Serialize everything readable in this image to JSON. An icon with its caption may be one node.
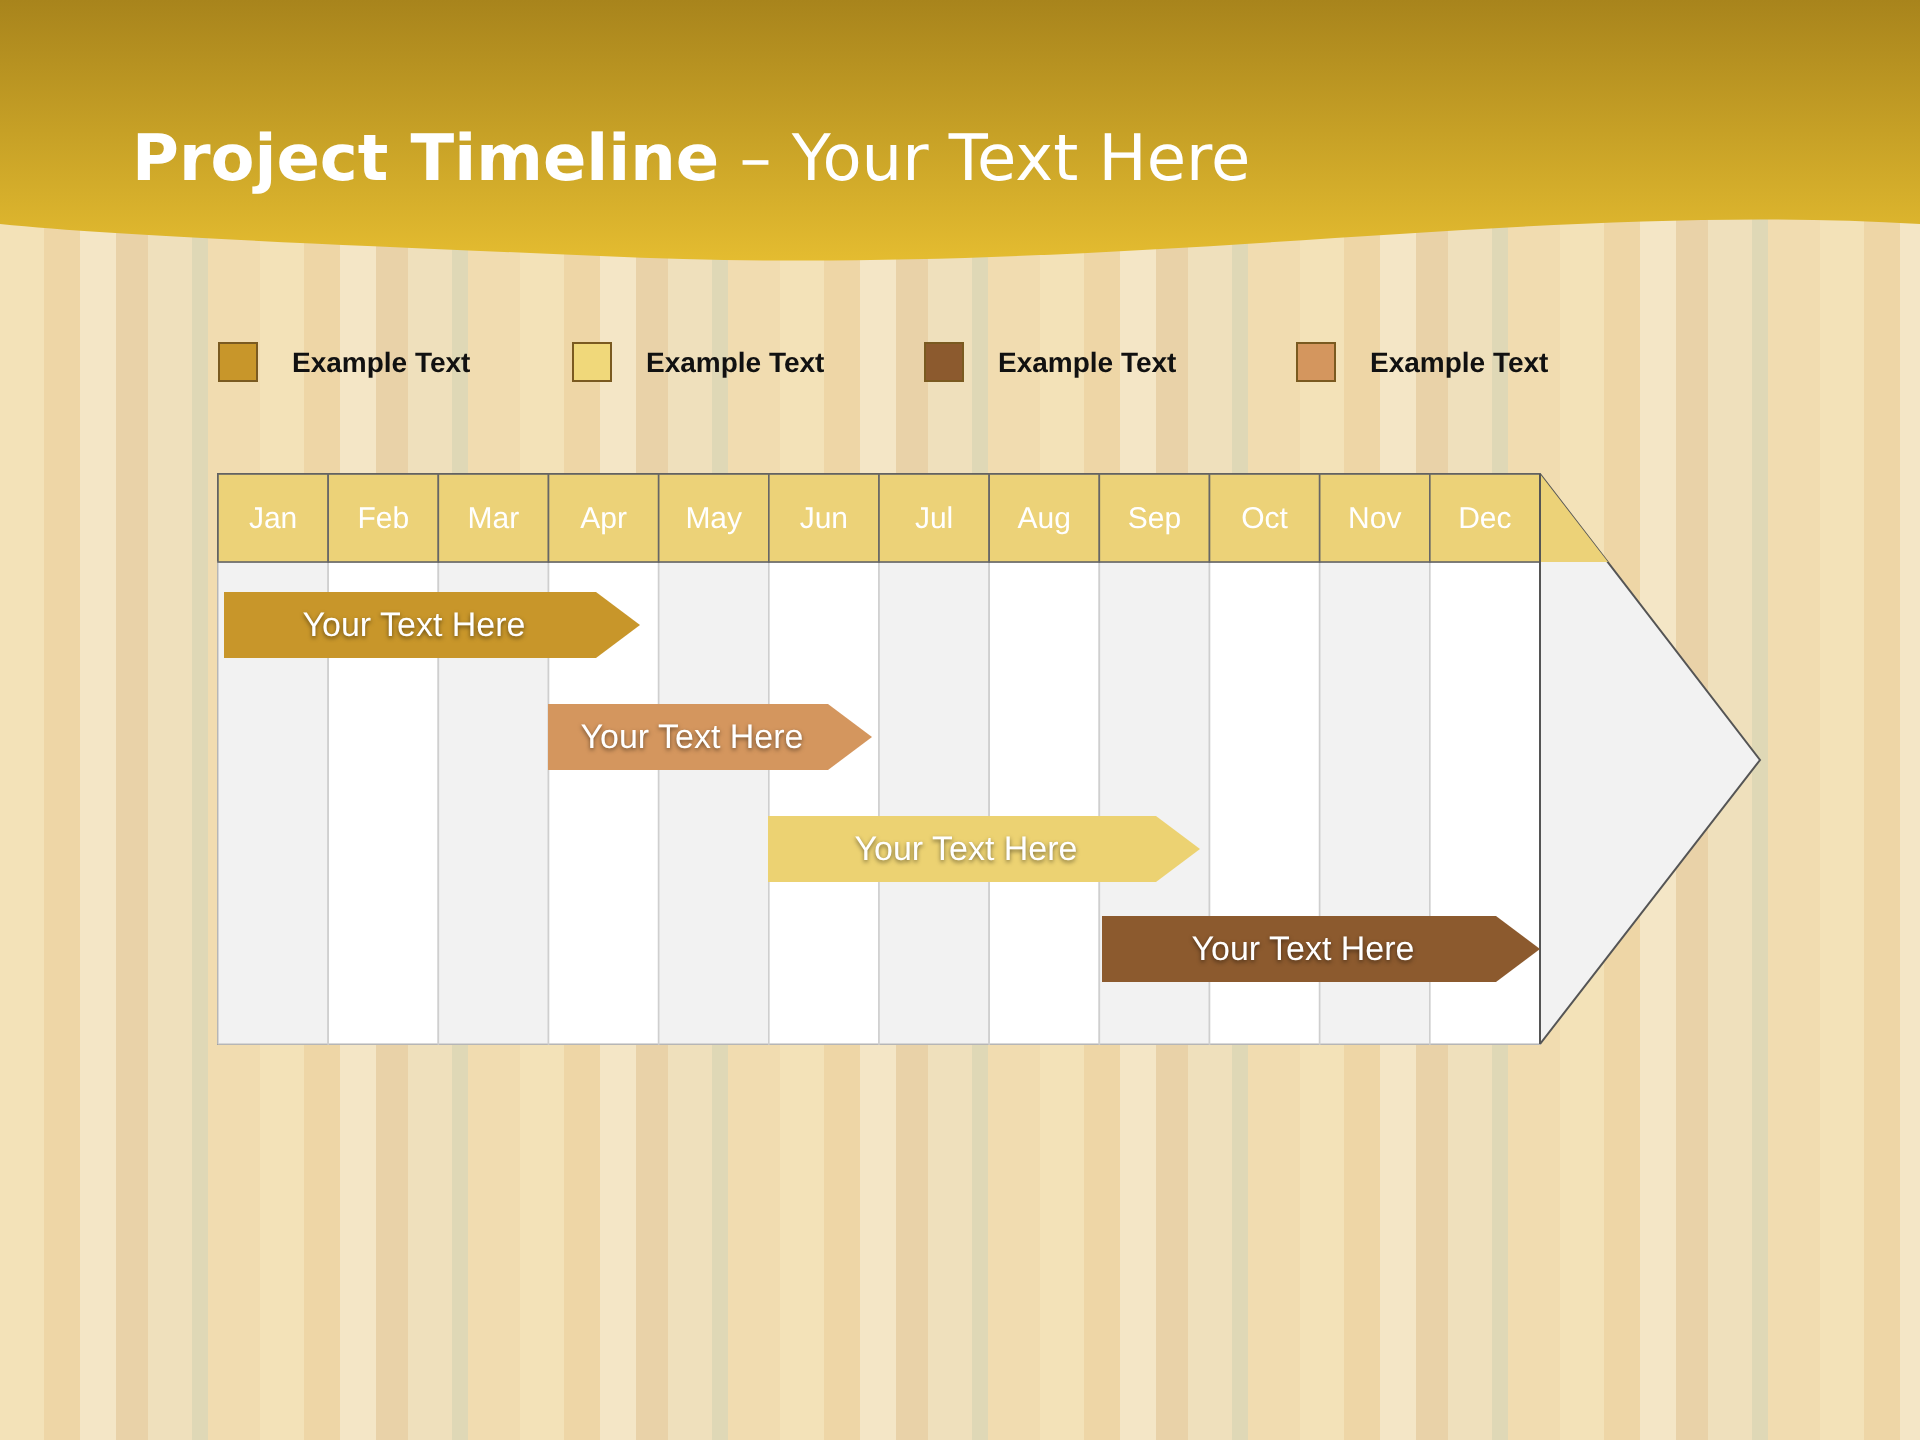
{
  "diagram": {
    "title": "**Project Timeline** – Your Text Here",
    "nodes": [
      {
        "text": [
          "Your Text Here"
        ]
      },
      {
        "text": [
          "Your Text Here"
        ]
      },
      {
        "text": [
          "Your Text Here"
        ]
      },
      {
        "text": [
          "Your Text Here"
        ]
      }
    ],
    "labels": [
      "Jan",
      "Feb",
      "Mar",
      "Apr",
      "May",
      "Jun",
      "Jul",
      "Aug",
      "Sep",
      "Oct",
      "Nov",
      "Dec"
    ],
    "legend": [
      {
        "text": "Example Text",
        "color": "#c8962a"
      },
      {
        "text": "Example Text",
        "color": "#f0d87a"
      },
      {
        "text": "Example Text",
        "color": "#8c5a2e"
      },
      {
        "text": "Example Text",
        "color": "#d4965e"
      }
    ]
  }
}
